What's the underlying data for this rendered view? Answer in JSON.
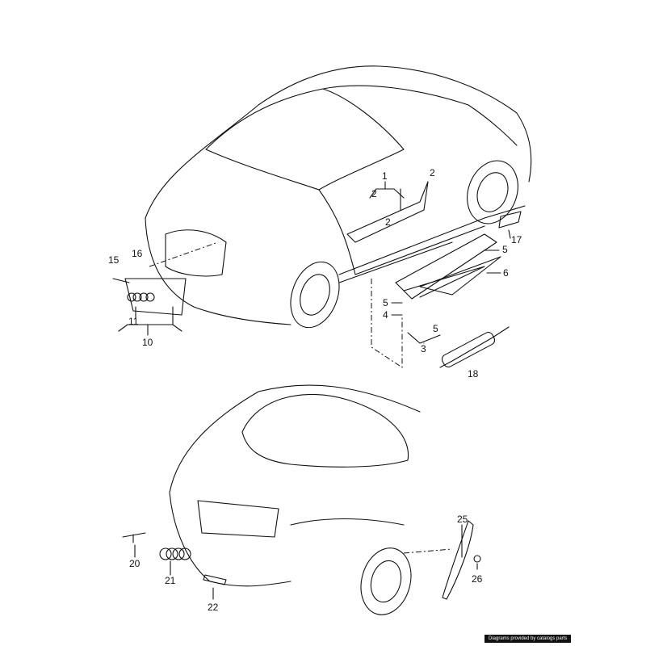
{
  "diagram": {
    "callouts": [
      {
        "id": "c1",
        "label": "1"
      },
      {
        "id": "c2a",
        "label": "2"
      },
      {
        "id": "c2b",
        "label": "2"
      },
      {
        "id": "c2c",
        "label": "2"
      },
      {
        "id": "c17",
        "label": "17"
      },
      {
        "id": "c5a",
        "label": "5"
      },
      {
        "id": "c6",
        "label": "6"
      },
      {
        "id": "c5b",
        "label": "5"
      },
      {
        "id": "c4",
        "label": "4"
      },
      {
        "id": "c5c",
        "label": "5"
      },
      {
        "id": "c3",
        "label": "3"
      },
      {
        "id": "c18",
        "label": "18"
      },
      {
        "id": "c15",
        "label": "15"
      },
      {
        "id": "c16",
        "label": "16"
      },
      {
        "id": "c11",
        "label": "11"
      },
      {
        "id": "c10",
        "label": "10"
      },
      {
        "id": "c25",
        "label": "25"
      },
      {
        "id": "c26",
        "label": "26"
      },
      {
        "id": "c20",
        "label": "20"
      },
      {
        "id": "c21",
        "label": "21"
      },
      {
        "id": "c22",
        "label": "22"
      }
    ]
  },
  "watermark": "Diagrams provided by catalogs parts"
}
